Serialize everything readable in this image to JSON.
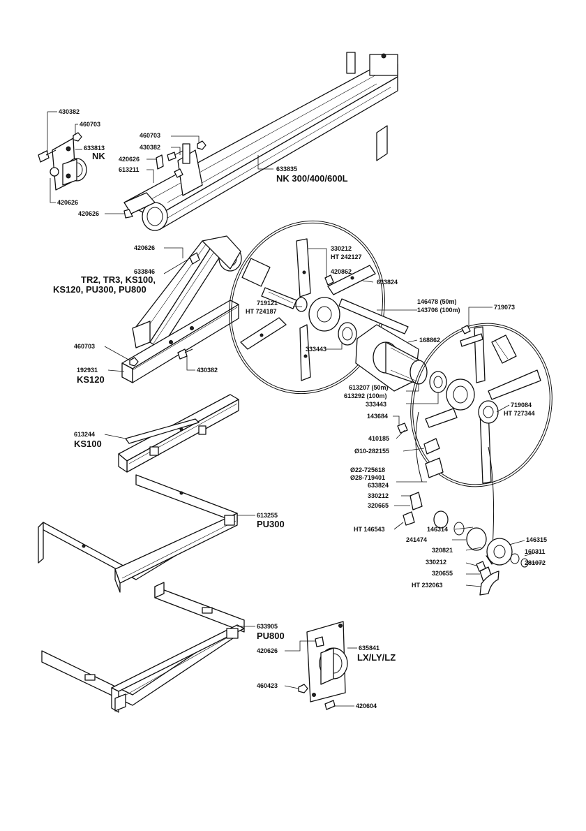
{
  "labels": {
    "p430382_a": "430382",
    "p460703_a": "460703",
    "p633813": "633813",
    "nk": "NK",
    "p420626_a": "420626",
    "p460703_b": "460703",
    "p430382_b": "430382",
    "p420626_b": "420626",
    "p613211": "613211",
    "p633835": "633835",
    "nk_models": "NK 300/400/600L",
    "p420626_c": "420626",
    "p420626_d": "420626",
    "p330212_a": "330212",
    "ht242127": "HT 242127",
    "p633846": "633846",
    "tr_models_1": "TR2, TR3, KS100,",
    "tr_models_2": "KS120, PU300, PU800",
    "p420862": "420862",
    "p633824_a": "633824",
    "p719121": "719121",
    "ht724187": "HT 724187",
    "p146478": "146478 (50m)",
    "p143706": "143706 (100m)",
    "p719073": "719073",
    "p460703_c": "460703",
    "p333443_a": "333443",
    "p168862": "168862",
    "p192931": "192931",
    "ks120": "KS120",
    "p430382_c": "430382",
    "p613207": "613207 (50m)",
    "p613292": "613292 (100m)",
    "p333443_b": "333443",
    "p719084": "719084",
    "ht727344": "HT 727344",
    "p613244": "613244",
    "ks100": "KS100",
    "p143684": "143684",
    "p410185": "410185",
    "p282155": "Ø10-282155",
    "p725618": "Ø22-725618",
    "p719401": "Ø28-719401",
    "p633824_b": "633824",
    "p330212_b": "330212",
    "p320665": "320665",
    "p613255": "613255",
    "pu300": "PU300",
    "ht146543": "HT 146543",
    "p146314": "146314",
    "p241474": "241474",
    "p146315": "146315",
    "p320821": "320821",
    "p160311": "160311",
    "p330212_c": "330212",
    "p281072": "281072",
    "p320655": "320655",
    "ht232063": "HT 232063",
    "p633905": "633905",
    "pu800": "PU800",
    "p635841": "635841",
    "lx_models": "LX/LY/LZ",
    "p420626_e": "420626",
    "p460423": "460423",
    "p420604": "420604"
  }
}
